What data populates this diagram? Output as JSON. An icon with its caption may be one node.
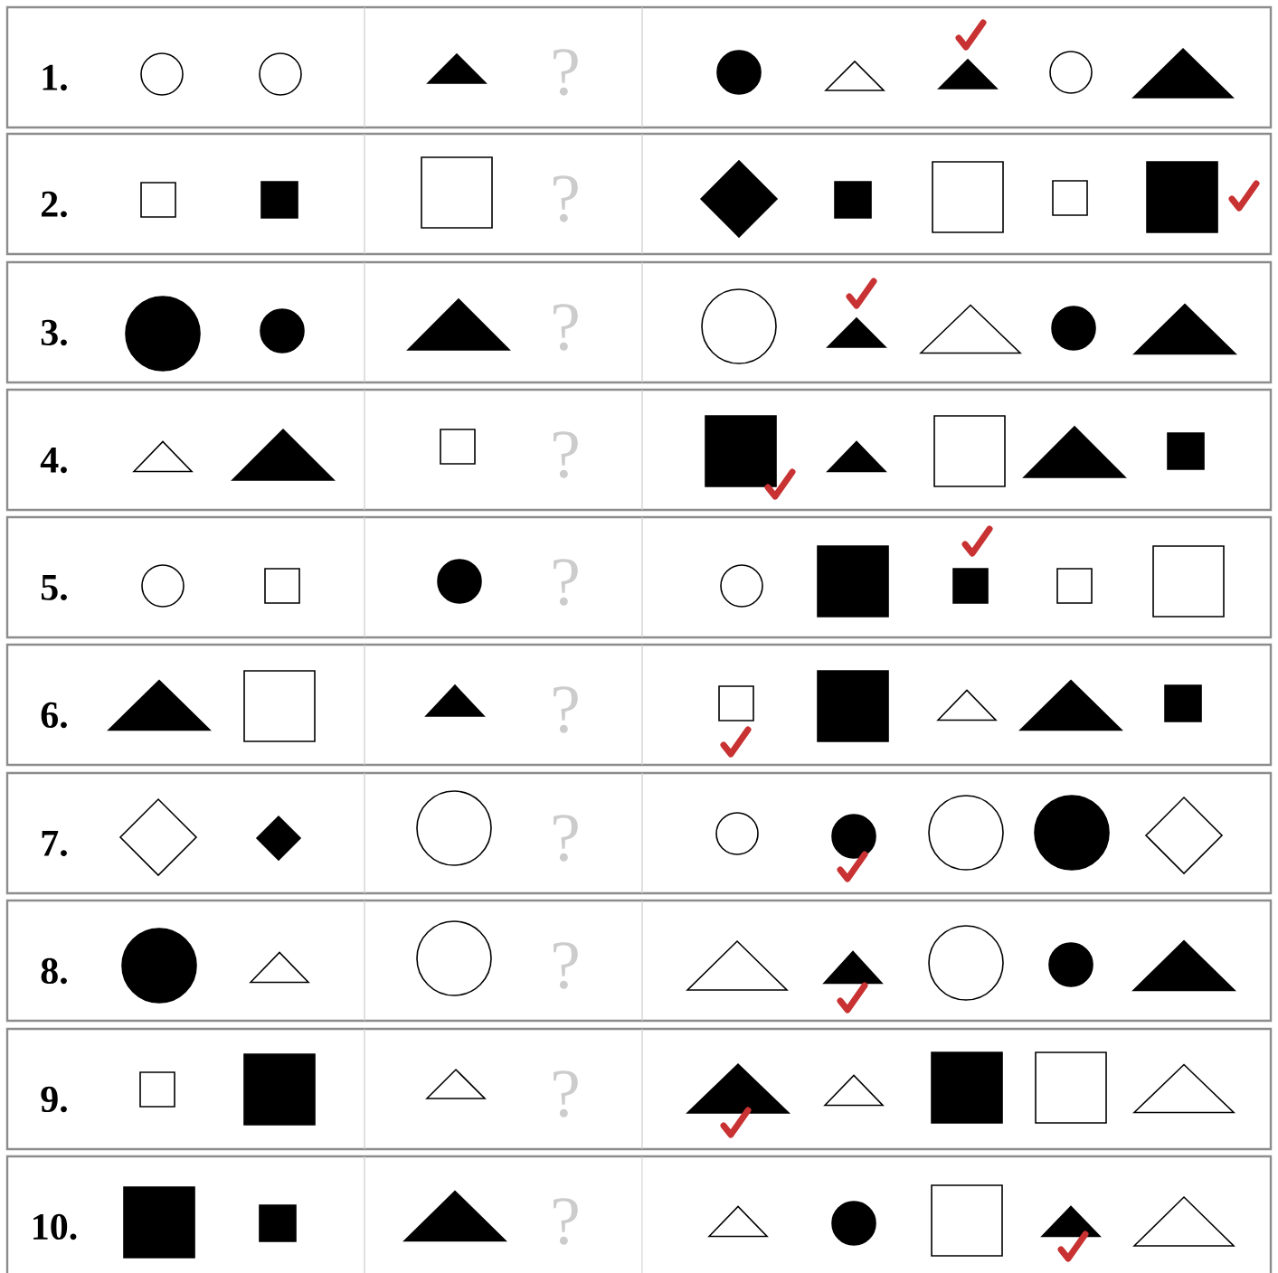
{
  "diagram": {
    "labels": [
      "1.",
      "?",
      "2.",
      "?",
      "3.",
      "?",
      "4.",
      "?",
      "5.",
      "?",
      "6.",
      "?",
      "7.",
      "?",
      "8.",
      "?",
      "9.",
      "?",
      "10.",
      "?"
    ]
  }
}
